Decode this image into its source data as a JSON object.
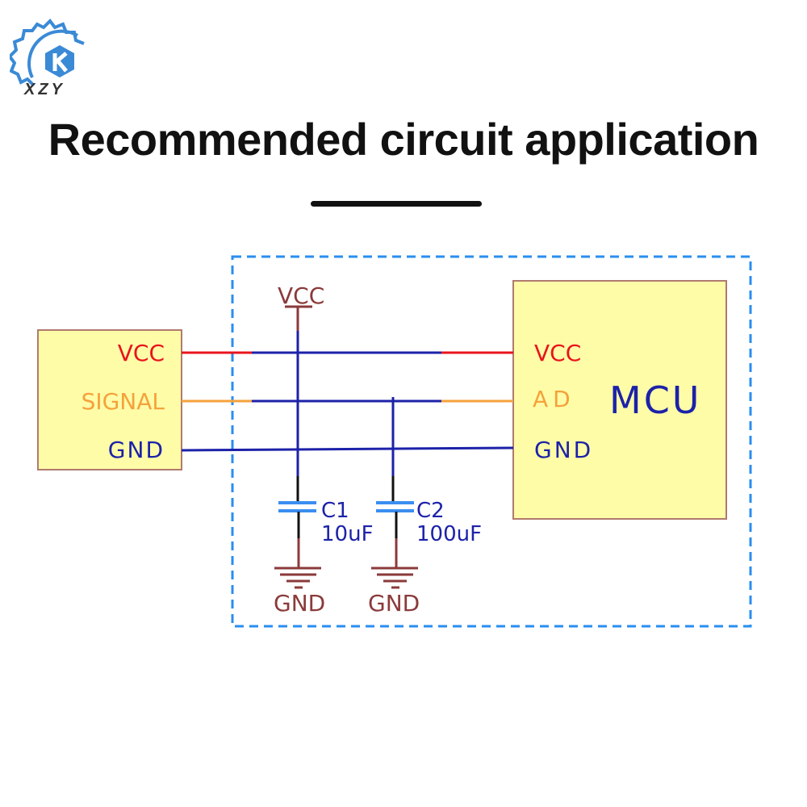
{
  "brand": {
    "name": "XZY",
    "logo_icon": "gear-k-logo-icon",
    "color": "#3a8ad6"
  },
  "header": {
    "title": "Recommended circuit application"
  },
  "colors": {
    "vcc": "#e8141c",
    "signal": "#f5a23c",
    "gnd": "#1c22a8",
    "net_brown": "#8b3a3a",
    "capacitor": "#3a8ef0",
    "box_fill": "#fffca8",
    "box_border": "#b07a6e",
    "dashed_border": "#2a8ef0"
  },
  "sensor_module": {
    "pins": [
      {
        "label": "VCC",
        "net": "vcc"
      },
      {
        "label": "SIGNAL",
        "net": "signal"
      },
      {
        "label": "GND",
        "net": "gnd"
      }
    ]
  },
  "mcu": {
    "label": "MCU",
    "pins": [
      {
        "label": "VCC",
        "net": "vcc"
      },
      {
        "label": "AD",
        "net": "signal"
      },
      {
        "label": "GND",
        "net": "gnd"
      }
    ]
  },
  "power_symbol": {
    "label": "VCC"
  },
  "capacitors": [
    {
      "ref": "C1",
      "value": "10uF",
      "ground_label": "GND"
    },
    {
      "ref": "C2",
      "value": "100uF",
      "ground_label": "GND"
    }
  ]
}
